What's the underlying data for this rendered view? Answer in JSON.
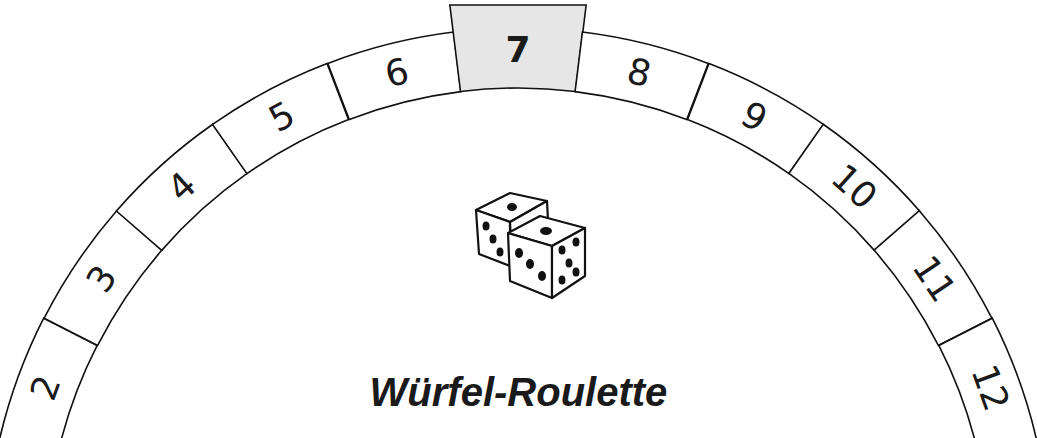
{
  "diagram": {
    "title": "Würfel-Roulette",
    "nodes": [
      {
        "text": [
          "2"
        ]
      },
      {
        "text": [
          "3"
        ]
      },
      {
        "text": [
          "4"
        ]
      },
      {
        "text": [
          "5"
        ]
      },
      {
        "text": [
          "6"
        ]
      },
      {
        "text": [
          "7"
        ]
      },
      {
        "text": [
          "8"
        ]
      },
      {
        "text": [
          "9"
        ]
      },
      {
        "text": [
          "10"
        ]
      },
      {
        "text": [
          "11"
        ]
      },
      {
        "text": [
          "12"
        ]
      }
    ]
  }
}
